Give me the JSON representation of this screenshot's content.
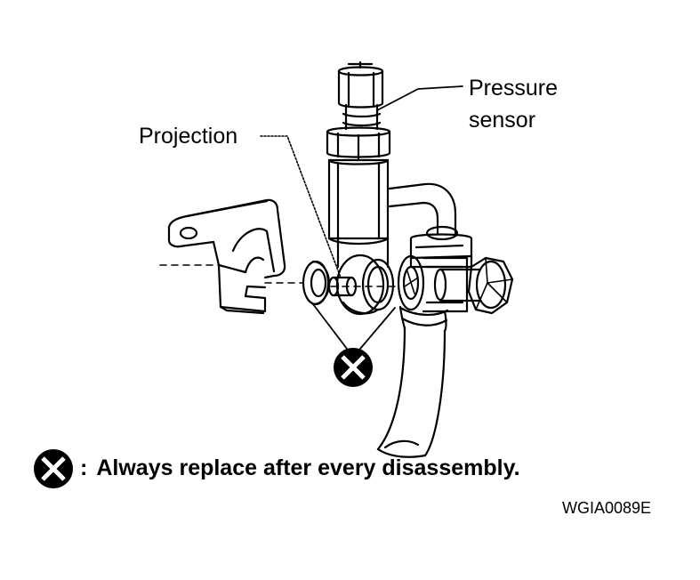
{
  "labels": {
    "projection": "Projection",
    "pressure_line1": "Pressure",
    "pressure_line2": "sensor"
  },
  "legend": {
    "symbol": "circle-x-icon",
    "separator": ":",
    "text": "Always replace after every disassembly."
  },
  "figure_code": "WGIA0089E",
  "colors": {
    "line": "#000000",
    "background": "#ffffff"
  }
}
